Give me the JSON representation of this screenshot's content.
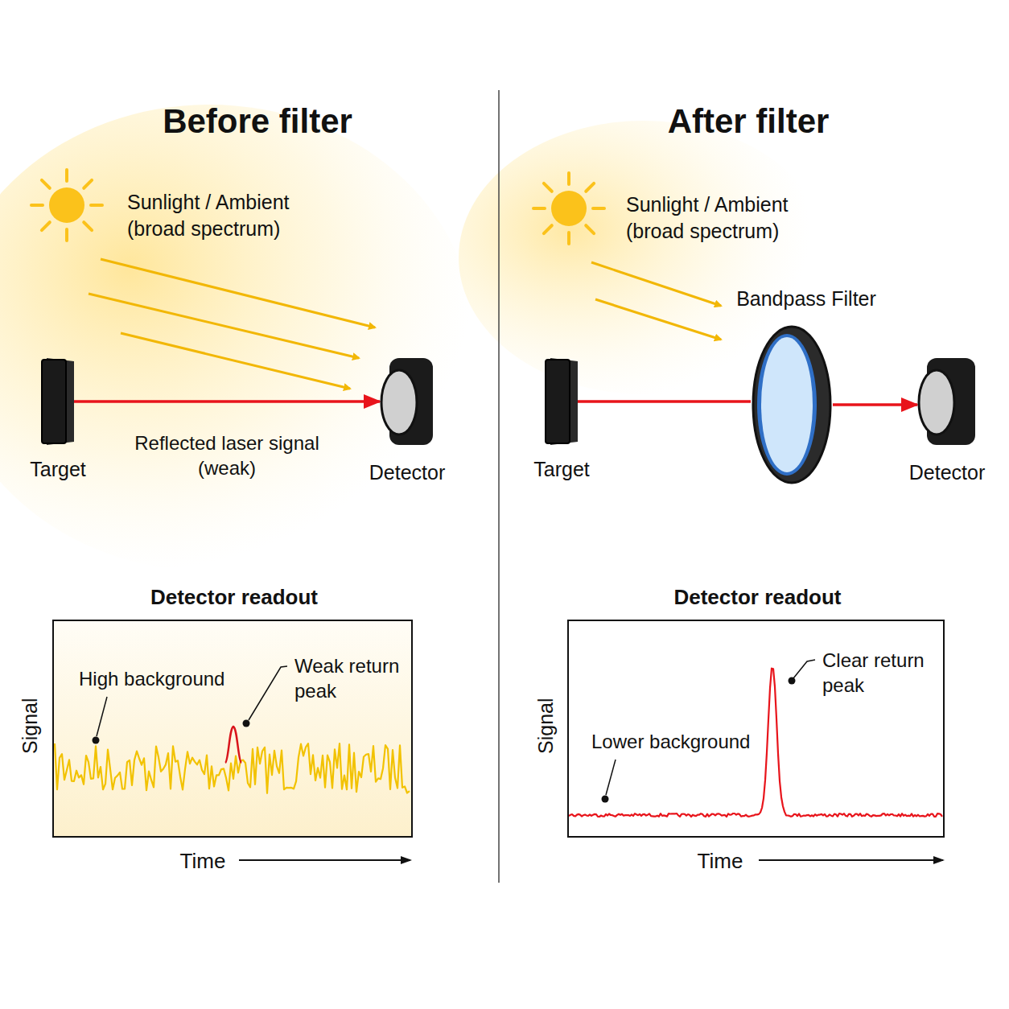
{
  "diagram": {
    "nodes": [
      {
        "text": [
          "Target"
        ]
      },
      {
        "text": [
          "Detector"
        ]
      },
      {
        "text": [
          "Detector readout",
          "Signal",
          "Time",
          "High background",
          "Weak return peak"
        ]
      },
      {
        "text": [
          "Target"
        ]
      },
      {
        "text": [
          "Bandpass Filter"
        ]
      },
      {
        "text": [
          "Detector"
        ]
      },
      {
        "text": [
          "Detector readout",
          "Signal",
          "Time",
          "Lower background",
          "Clear return peak"
        ]
      }
    ],
    "edges": [
      {
        "from": 0,
        "to": 1,
        "arrow": "to",
        "label": "Reflected laser signal (weak)"
      },
      {
        "from": 3,
        "to": 4,
        "arrow": "none"
      },
      {
        "from": 4,
        "to": 5,
        "arrow": "to"
      }
    ],
    "labels": [
      "Before filter",
      "Sunlight / Ambient (broad spectrum)",
      "After filter",
      "Sunlight / Ambient (broad spectrum)"
    ]
  }
}
